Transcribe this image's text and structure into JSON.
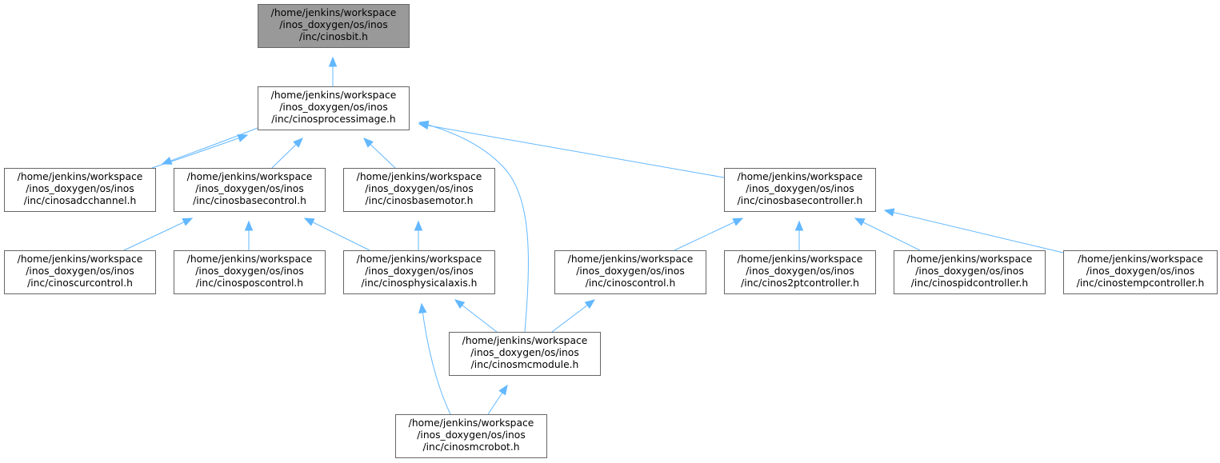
{
  "colors": {
    "edge": "#63b8ff",
    "node_border": "#666666",
    "node_fill": "#ffffff",
    "root_fill": "#999999",
    "text": "#000000"
  },
  "nodes": [
    {
      "id": "cinosbit",
      "lines": [
        "/home/jenkins/workspace",
        "/inos_doxygen/os/inos",
        "/inc/cinosbit.h"
      ],
      "highlighted": true
    },
    {
      "id": "cinosprocessimage",
      "lines": [
        "/home/jenkins/workspace",
        "/inos_doxygen/os/inos",
        "/inc/cinosprocessimage.h"
      ]
    },
    {
      "id": "cinosadcchannel",
      "lines": [
        "/home/jenkins/workspace",
        "/inos_doxygen/os/inos",
        "/inc/cinosadcchannel.h"
      ]
    },
    {
      "id": "cinosbasecontrol",
      "lines": [
        "/home/jenkins/workspace",
        "/inos_doxygen/os/inos",
        "/inc/cinosbasecontrol.h"
      ]
    },
    {
      "id": "cinosbasemotor",
      "lines": [
        "/home/jenkins/workspace",
        "/inos_doxygen/os/inos",
        "/inc/cinosbasemotor.h"
      ]
    },
    {
      "id": "cinosbasecontroller",
      "lines": [
        "/home/jenkins/workspace",
        "/inos_doxygen/os/inos",
        "/inc/cinosbasecontroller.h"
      ]
    },
    {
      "id": "cinoscurcontrol",
      "lines": [
        "/home/jenkins/workspace",
        "/inos_doxygen/os/inos",
        "/inc/cinoscurcontrol.h"
      ]
    },
    {
      "id": "cinosposcontrol",
      "lines": [
        "/home/jenkins/workspace",
        "/inos_doxygen/os/inos",
        "/inc/cinosposcontrol.h"
      ]
    },
    {
      "id": "cinosphysicalaxis",
      "lines": [
        "/home/jenkins/workspace",
        "/inos_doxygen/os/inos",
        "/inc/cinosphysicalaxis.h"
      ]
    },
    {
      "id": "cinoscontrol",
      "lines": [
        "/home/jenkins/workspace",
        "/inos_doxygen/os/inos",
        "/inc/cinoscontrol.h"
      ]
    },
    {
      "id": "cinos2ptcontroller",
      "lines": [
        "/home/jenkins/workspace",
        "/inos_doxygen/os/inos",
        "/inc/cinos2ptcontroller.h"
      ]
    },
    {
      "id": "cinospidcontroller",
      "lines": [
        "/home/jenkins/workspace",
        "/inos_doxygen/os/inos",
        "/inc/cinospidcontroller.h"
      ]
    },
    {
      "id": "cinostempcontroller",
      "lines": [
        "/home/jenkins/workspace",
        "/inos_doxygen/os/inos",
        "/inc/cinostempcontroller.h"
      ]
    },
    {
      "id": "cinosmcmodule",
      "lines": [
        "/home/jenkins/workspace",
        "/inos_doxygen/os/inos",
        "/inc/cinosmcmodule.h"
      ]
    },
    {
      "id": "cinosmcrobot",
      "lines": [
        "/home/jenkins/workspace",
        "/inos_doxygen/os/inos",
        "/inc/cinosmcrobot.h"
      ]
    }
  ],
  "edges": [
    {
      "from": "cinosprocessimage",
      "to": "cinosbit"
    },
    {
      "from": "cinosadcchannel",
      "to": "cinosprocessimage"
    },
    {
      "from": "cinosprocessimage",
      "to": "cinosadcchannel"
    },
    {
      "from": "cinosbasecontrol",
      "to": "cinosprocessimage"
    },
    {
      "from": "cinosbasemotor",
      "to": "cinosprocessimage"
    },
    {
      "from": "cinosbasecontroller",
      "to": "cinosprocessimage"
    },
    {
      "from": "cinosmcmodule",
      "to": "cinosprocessimage"
    },
    {
      "from": "cinoscurcontrol",
      "to": "cinosbasecontrol"
    },
    {
      "from": "cinosposcontrol",
      "to": "cinosbasecontrol"
    },
    {
      "from": "cinosphysicalaxis",
      "to": "cinosbasecontrol"
    },
    {
      "from": "cinosphysicalaxis",
      "to": "cinosbasemotor"
    },
    {
      "from": "cinoscontrol",
      "to": "cinosbasecontroller"
    },
    {
      "from": "cinos2ptcontroller",
      "to": "cinosbasecontroller"
    },
    {
      "from": "cinospidcontroller",
      "to": "cinosbasecontroller"
    },
    {
      "from": "cinostempcontroller",
      "to": "cinosbasecontroller"
    },
    {
      "from": "cinosmcmodule",
      "to": "cinosphysicalaxis"
    },
    {
      "from": "cinosmcrobot",
      "to": "cinosphysicalaxis"
    },
    {
      "from": "cinosmcmodule",
      "to": "cinoscontrol"
    },
    {
      "from": "cinosmcrobot",
      "to": "cinosmcmodule"
    }
  ]
}
